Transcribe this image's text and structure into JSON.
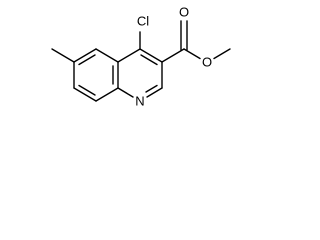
{
  "molecule": {
    "atoms": {
      "chlorine": "Cl",
      "carbonyl_oxygen": "O",
      "ester_oxygen": "O",
      "ring_nitrogen": "N"
    },
    "bond_color": "#000000",
    "background": "#ffffff"
  }
}
